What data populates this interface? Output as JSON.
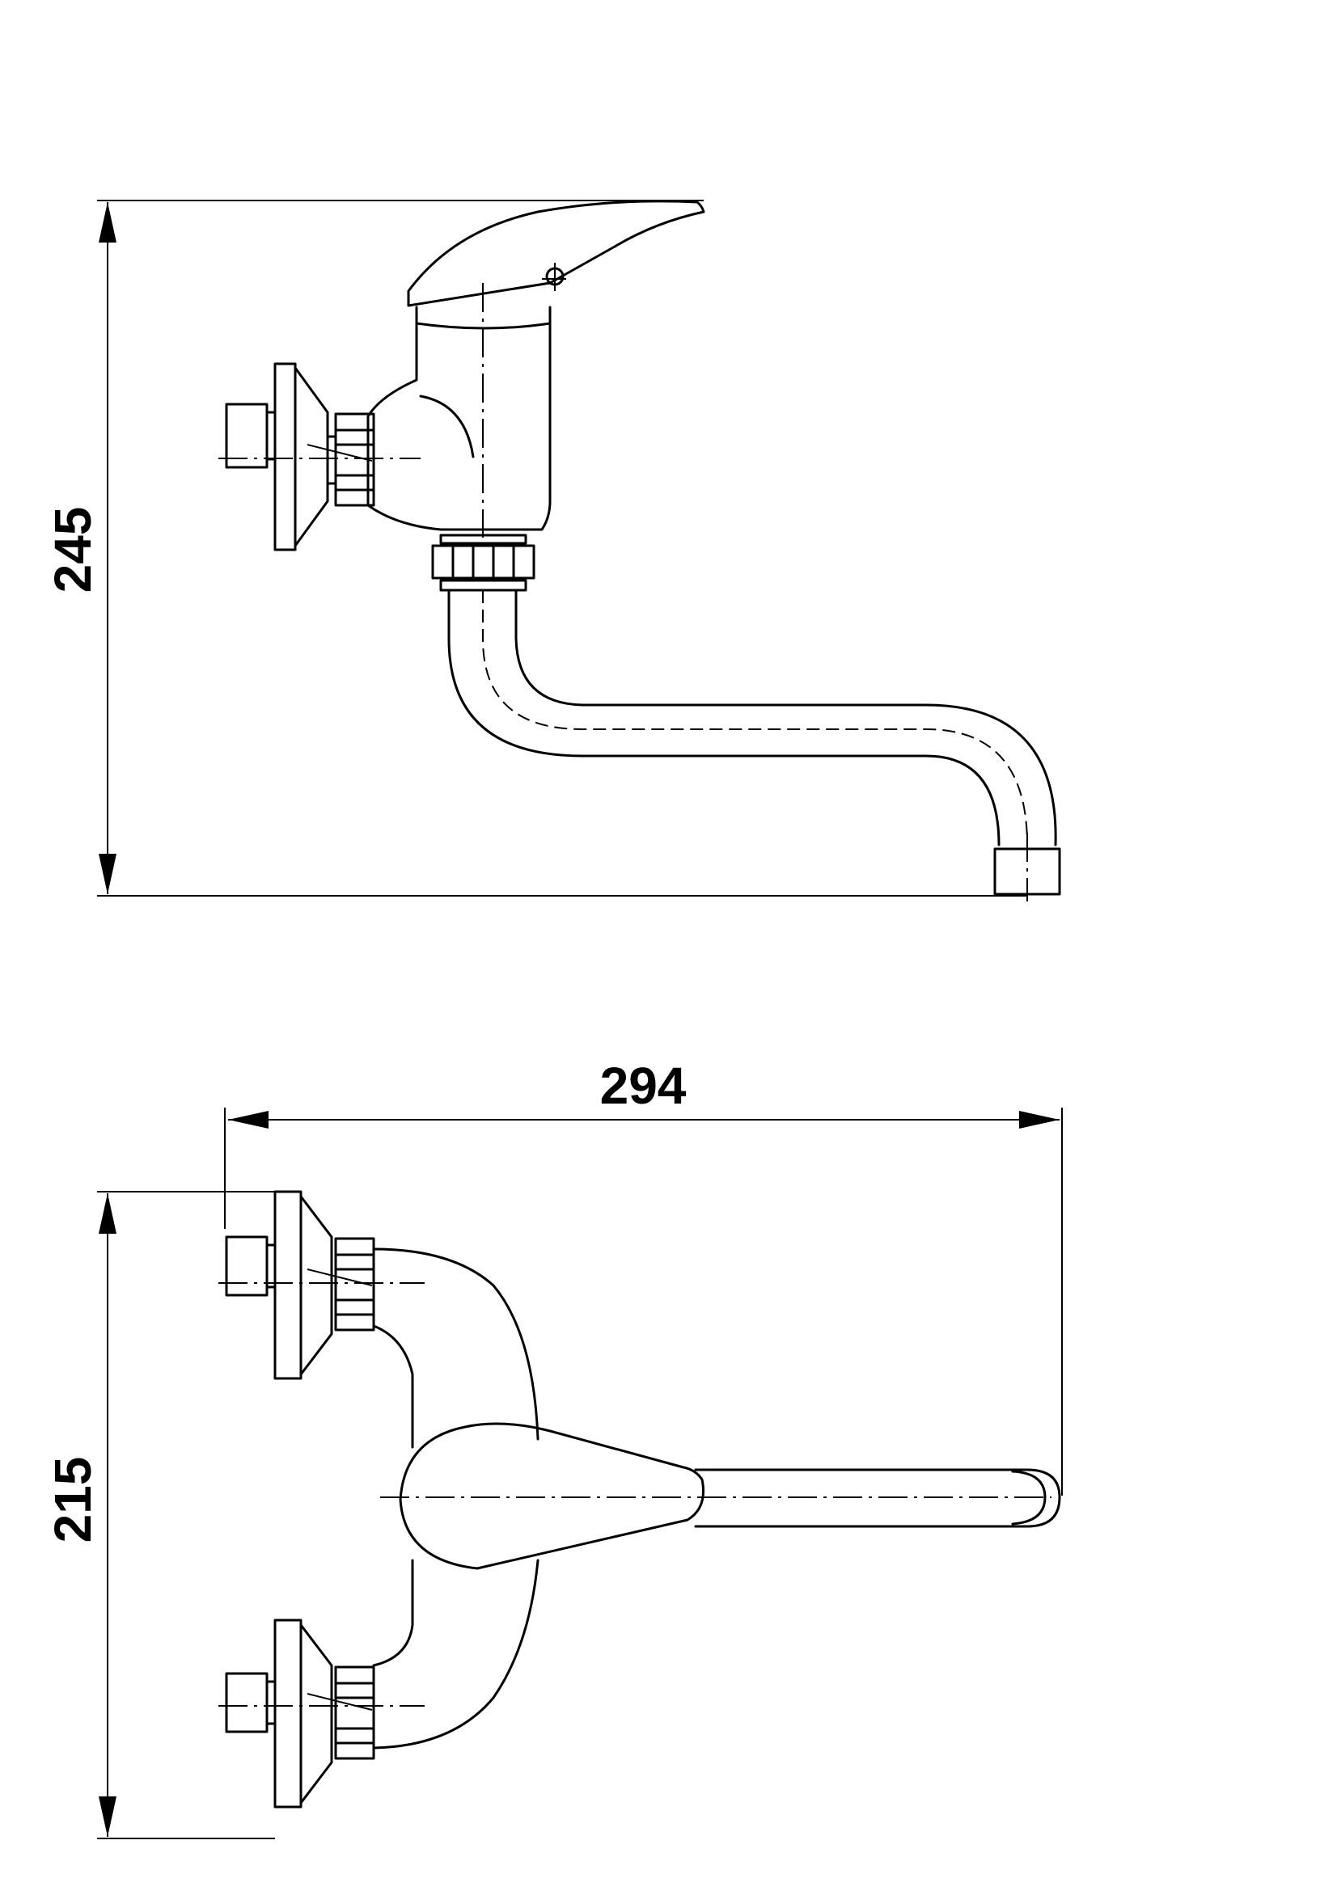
{
  "dimensions": {
    "height_side_view": "245",
    "width_top_view": "294",
    "height_front_view": "215"
  }
}
